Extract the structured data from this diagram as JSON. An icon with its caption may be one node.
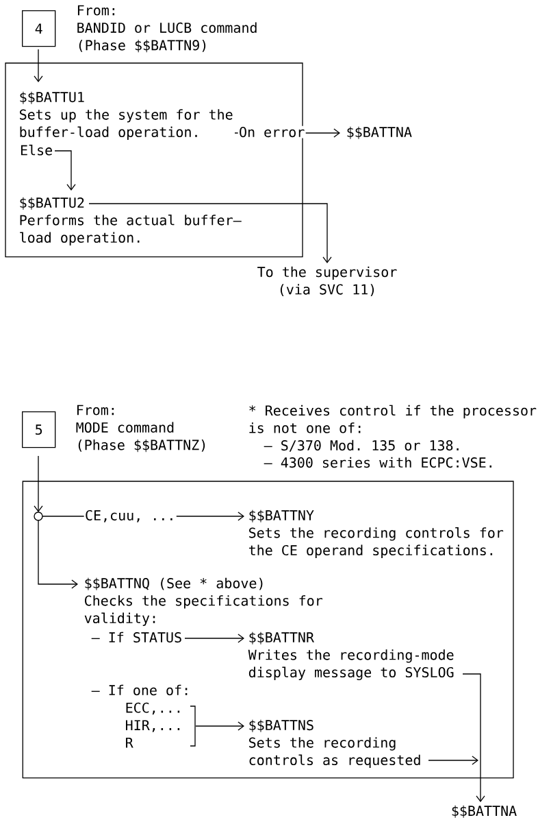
{
  "diagram": {
    "nodes": [
      {
        "text": [
          "4"
        ],
        "beside": [
          "From:",
          "BANDID or LUCB command",
          "(Phase $$BATTN9)"
        ]
      },
      {
        "text": [],
        "shape": "box"
      },
      {
        "text": [
          "$$BATTU1",
          "Sets up the system for the buffer-load operation."
        ],
        "in": 1
      },
      {
        "text": [
          "$$BATTNA"
        ]
      },
      {
        "text": [
          "$$BATTU2",
          "Performs the actual buffer— load operation."
        ],
        "in": 1
      },
      {
        "text": [
          "To the supervisor (via SVC 11)"
        ]
      },
      {
        "text": [
          "5"
        ],
        "beside": [
          "From:",
          "MODE command",
          "(Phase $$BATTNZ)"
        ]
      },
      {
        "text": [],
        "shape": "box"
      },
      {
        "text": [],
        "shape": "circle",
        "in": 7
      },
      {
        "text": [
          "$$BATTNY",
          "Sets the recording controls for the CE operand specifications."
        ],
        "in": 7
      },
      {
        "text": [
          "$$BATTNQ (See * above)",
          "Checks the specifications for validity:"
        ],
        "in": 7
      },
      {
        "text": [
          "– If STATUS"
        ],
        "in": 7
      },
      {
        "text": [
          "$$BATTNR",
          "Writes the recording-mode display message to SYSLOG"
        ],
        "in": 7
      },
      {
        "text": [
          "ECC,...",
          "HIR,...",
          "R"
        ],
        "in": 7
      },
      {
        "text": [
          "$$BATTNS",
          "Sets the recording controls as requested"
        ],
        "in": 7
      },
      {
        "text": [
          "$$BATTNA"
        ]
      }
    ],
    "edges": [
      {
        "from": 0,
        "to": 2,
        "arrow": "to"
      },
      {
        "from": 2,
        "to": 3,
        "arrow": "to",
        "label": "On error"
      },
      {
        "from": 2,
        "to": 4,
        "arrow": "to",
        "label": "Else"
      },
      {
        "from": 4,
        "to": 5,
        "arrow": "to"
      },
      {
        "from": 6,
        "to": 8,
        "arrow": "to"
      },
      {
        "from": 8,
        "to": 9,
        "arrow": "to",
        "label": "CE,cuu, ..."
      },
      {
        "from": 8,
        "to": 10,
        "arrow": "to"
      },
      {
        "from": 11,
        "to": 12,
        "arrow": "to"
      },
      {
        "from": 13,
        "to": 14,
        "arrow": "to"
      },
      {
        "from": 12,
        "to": 15,
        "arrow": "to"
      },
      {
        "from": 14,
        "to": 15,
        "arrow": "to"
      }
    ],
    "labels": [
      "* Receives control if the processor is not one of:",
      "– S/370 Mod. 135 or 138.",
      "– 4300 series with ECPC:VSE.",
      "– If one of:"
    ]
  }
}
